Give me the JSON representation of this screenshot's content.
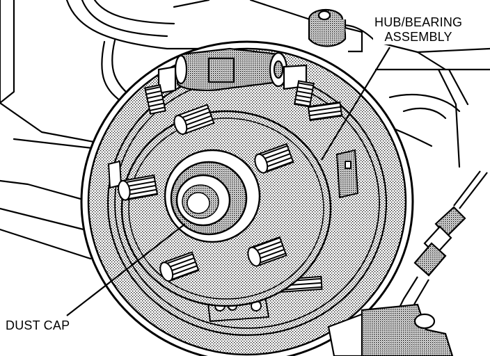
{
  "labels": {
    "hub_bearing_line1": "HUB/BEARING",
    "hub_bearing_line2": "ASSEMBLY",
    "dust_cap": "DUST CAP"
  },
  "colors": {
    "ink": "#000000",
    "paper": "#ffffff",
    "stipple": "#8c8c8c"
  }
}
